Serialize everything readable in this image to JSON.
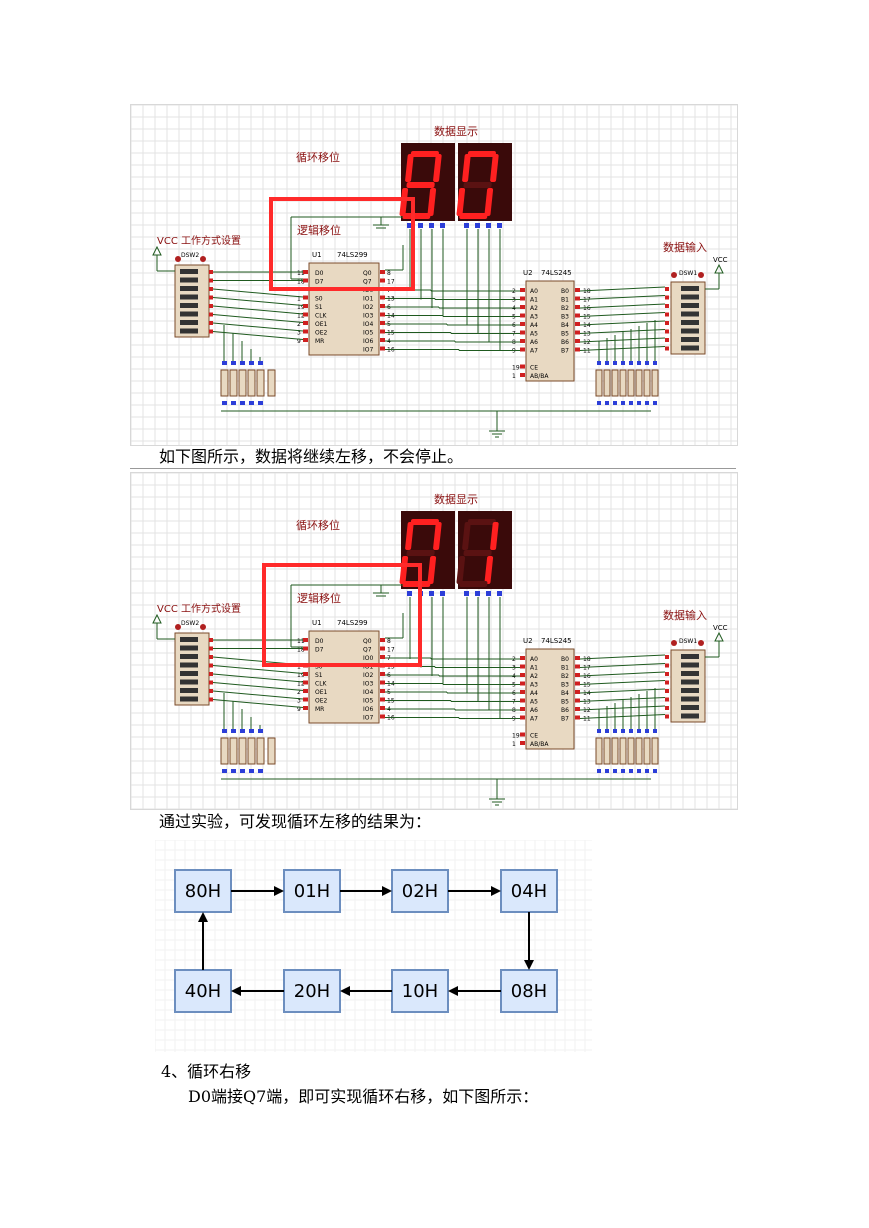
{
  "figures": [
    {
      "id": "fig1",
      "title_loop": "循环移位",
      "title_display": "数据显示",
      "label_logic": "逻辑移位",
      "label_mode": "VCC 工作方式设置",
      "label_input": "数据输入",
      "vcc": "VCC",
      "u1_name": "U1",
      "u1_part": "74LS299",
      "u2_name": "U2",
      "u2_part": "74LS245",
      "dsw_left": "DSW2",
      "dsw_right": "DSW1",
      "digits": [
        "8",
        "0"
      ],
      "u1_left_pins": [
        "D0",
        "D7",
        "",
        "S0",
        "S1",
        "CLK",
        "OE1",
        "OE2",
        "MR"
      ],
      "u1_left_nums": [
        "11",
        "18",
        "",
        "1",
        "19",
        "12",
        "2",
        "3",
        "9"
      ],
      "u1_right_pins": [
        "Q0",
        "Q7",
        "IO0",
        "IO1",
        "IO2",
        "IO3",
        "IO4",
        "IO5",
        "IO6",
        "IO7"
      ],
      "u1_right_nums": [
        "8",
        "17",
        "7",
        "13",
        "6",
        "14",
        "5",
        "15",
        "4",
        "16"
      ],
      "u2_left_pins": [
        "A0",
        "A1",
        "A2",
        "A3",
        "A4",
        "A5",
        "A6",
        "A7",
        "",
        "CE",
        "AB/BA"
      ],
      "u2_left_nums": [
        "2",
        "3",
        "4",
        "5",
        "6",
        "7",
        "8",
        "9",
        "",
        "19",
        "1"
      ],
      "u2_right_pins": [
        "B0",
        "B1",
        "B2",
        "B3",
        "B4",
        "B5",
        "B6",
        "B7"
      ],
      "u2_right_nums": [
        "18",
        "17",
        "16",
        "15",
        "14",
        "13",
        "12",
        "11"
      ]
    },
    {
      "id": "fig2",
      "title_loop": "循环移位",
      "title_display": "数据显示",
      "label_logic": "逻辑移位",
      "label_mode": "VCC 工作方式设置",
      "label_input": "数据输入",
      "vcc": "VCC",
      "u1_name": "U1",
      "u1_part": "74LS299",
      "u2_name": "U2",
      "u2_part": "74LS245",
      "dsw_left": "DSW2",
      "dsw_right": "DSW1",
      "digits": [
        "0",
        "1"
      ],
      "u1_left_pins": [
        "D0",
        "D7",
        "",
        "S0",
        "S1",
        "CLK",
        "OE1",
        "OE2",
        "MR"
      ],
      "u1_left_nums": [
        "11",
        "18",
        "",
        "1",
        "19",
        "12",
        "2",
        "3",
        "9"
      ],
      "u1_right_pins": [
        "Q0",
        "Q7",
        "IO0",
        "IO1",
        "IO2",
        "IO3",
        "IO4",
        "IO5",
        "IO6",
        "IO7"
      ],
      "u1_right_nums": [
        "8",
        "17",
        "7",
        "13",
        "6",
        "14",
        "5",
        "15",
        "4",
        "16"
      ],
      "u2_left_pins": [
        "A0",
        "A1",
        "A2",
        "A3",
        "A4",
        "A5",
        "A6",
        "A7",
        "",
        "CE",
        "AB/BA"
      ],
      "u2_left_nums": [
        "2",
        "3",
        "4",
        "5",
        "6",
        "7",
        "8",
        "9",
        "",
        "19",
        "1"
      ],
      "u2_right_pins": [
        "B0",
        "B1",
        "B2",
        "B3",
        "B4",
        "B5",
        "B6",
        "B7"
      ],
      "u2_right_nums": [
        "18",
        "17",
        "16",
        "15",
        "14",
        "13",
        "12",
        "11"
      ]
    }
  ],
  "text": {
    "caption1": "如下图所示，数据将继续左移，不会停止。",
    "caption2": "通过实验，可发现循环左移的结果为：",
    "section_heading": "4、循环右移",
    "section_body": "D0端接Q7端，即可实现循环右移，如下图所示："
  },
  "flow": {
    "top_row": [
      "80H",
      "01H",
      "02H",
      "04H"
    ],
    "bottom_row": [
      "40H",
      "20H",
      "10H",
      "08H"
    ]
  },
  "colors": {
    "grid": "#e3e3e3",
    "wire": "#1f5a1f",
    "chip": "#e8d9c2",
    "chip_border": "#7a4a2a",
    "display_bg": "#3a0a0a",
    "segment_on": "#ff2020",
    "segment_off": "#5a1212",
    "highlight": "#ff2a2a",
    "label_red": "#8a1010",
    "pin_blue": "#2c3ed8",
    "pin_red": "#d02020",
    "flow_fill": "#dae8fc",
    "flow_stroke": "#6c8ebf"
  }
}
